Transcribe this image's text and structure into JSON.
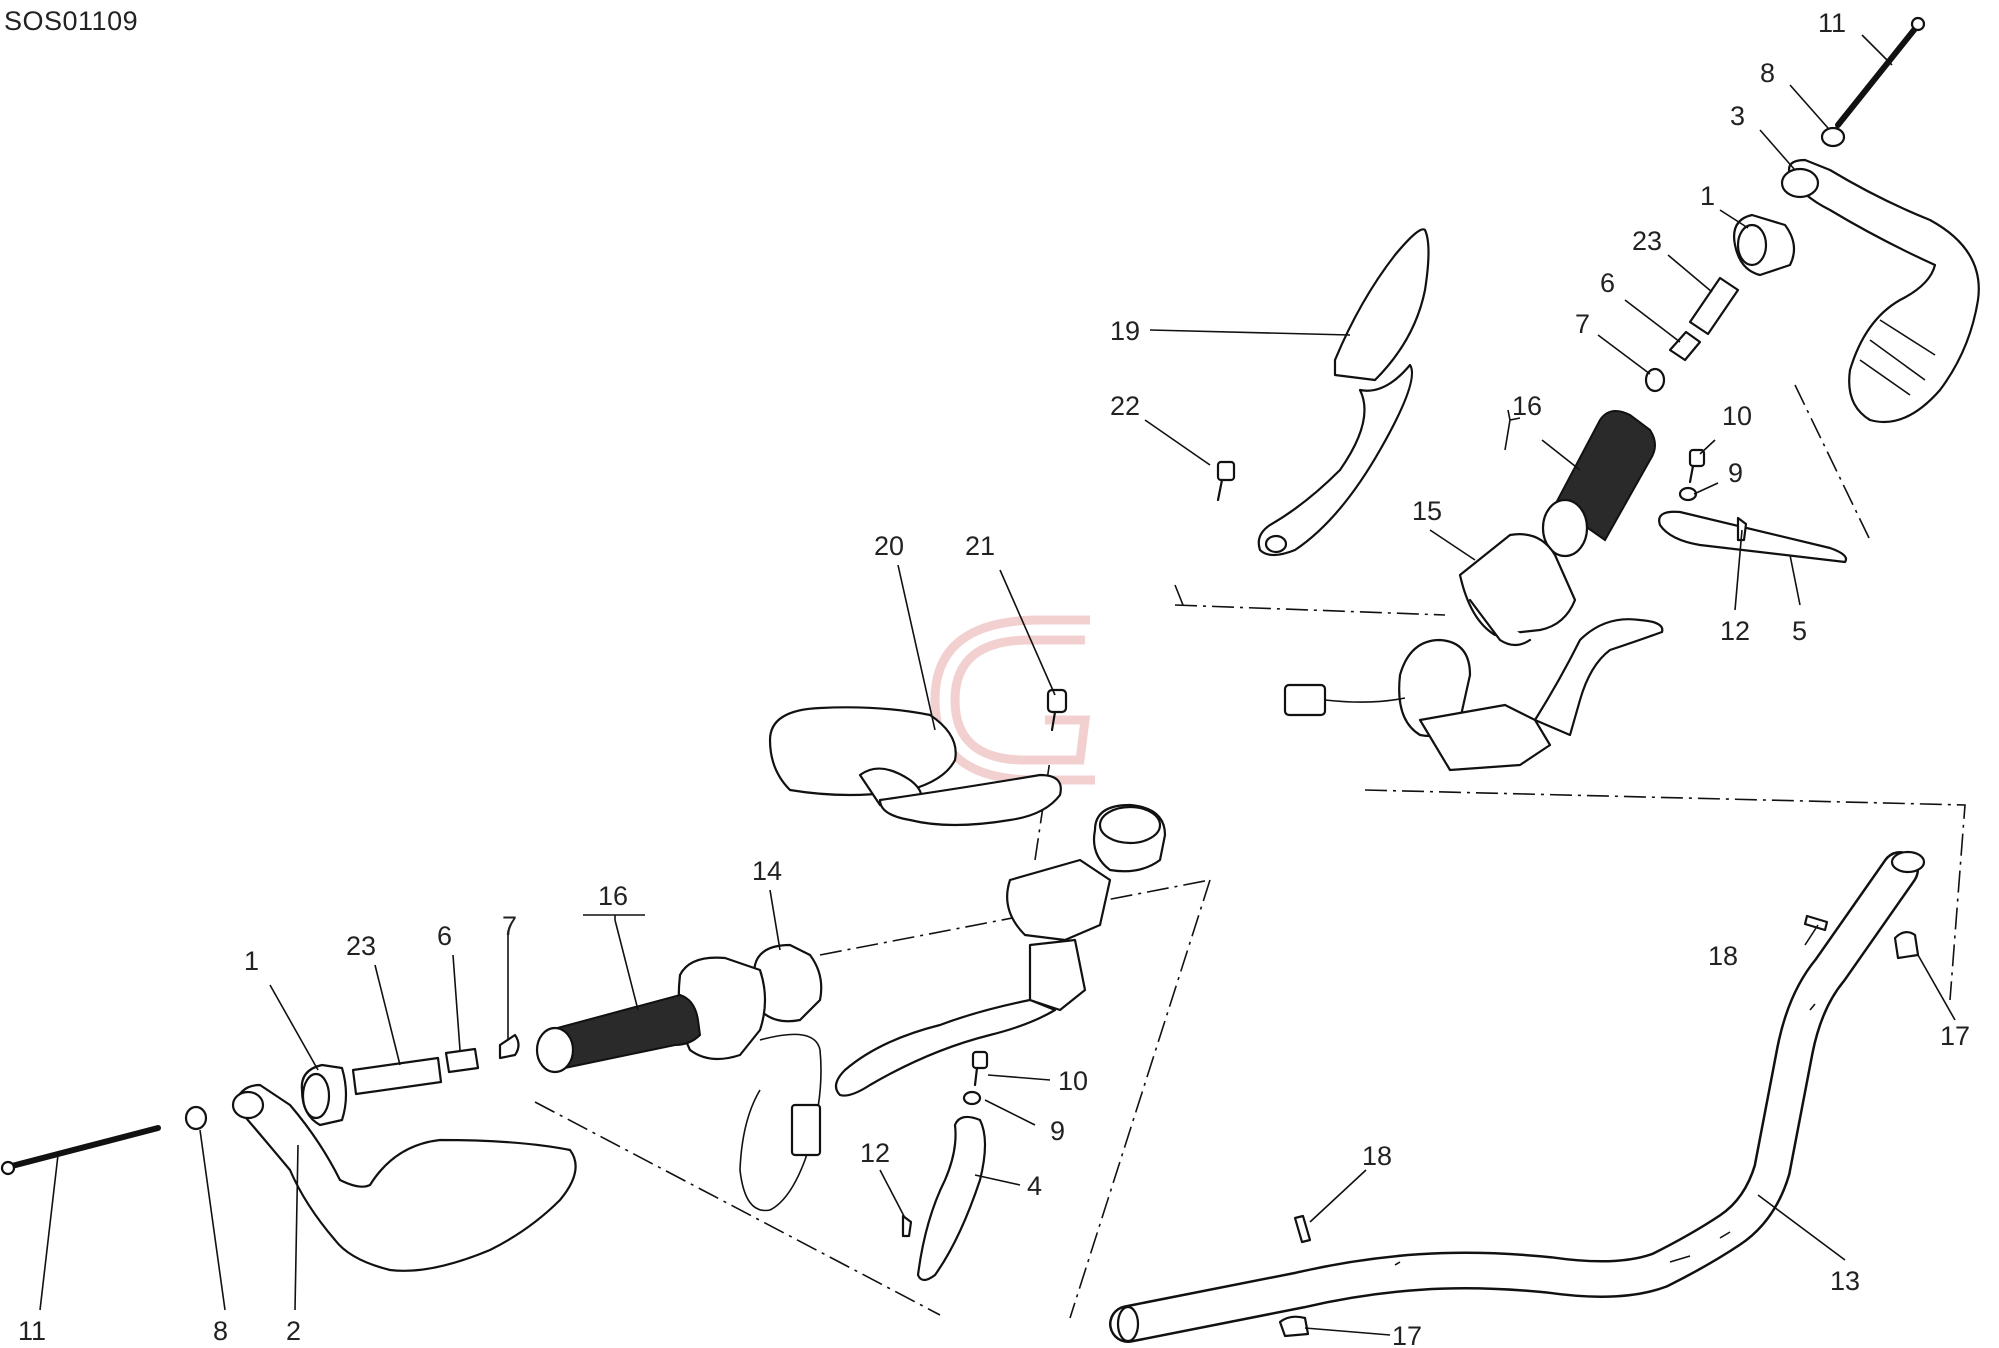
{
  "drawing_code": "SOS01109",
  "watermark_letter": "G",
  "labels": [
    "11",
    "8",
    "3",
    "1",
    "23",
    "6",
    "7",
    "19",
    "22",
    "16",
    "10",
    "9",
    "15",
    "12",
    "5",
    "20",
    "21",
    "14",
    "16",
    "23",
    "6",
    "7",
    "1",
    "10",
    "9",
    "12",
    "4",
    "18",
    "17",
    "18",
    "13",
    "17",
    "11",
    "8",
    "2"
  ]
}
